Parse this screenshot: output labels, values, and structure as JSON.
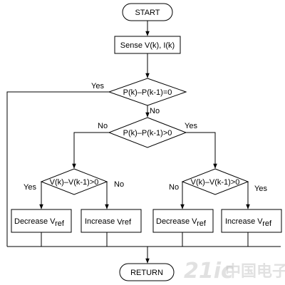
{
  "flowchart": {
    "start": "START",
    "sense": "Sense V(k), I(k)",
    "decision_power_equal": "P(k)–P(k-1)=0",
    "decision_power_greater": "P(k)–P(k-1)>0",
    "decision_voltage_left": "V(k)–V(k-1)>0",
    "decision_voltage_right": "V(k)–V(k-1)>0",
    "action_1_main": "Decrease V",
    "action_2_main": "Increase ",
    "action_3_main": "Decrease V",
    "action_4_main": "Increase V",
    "ref_sub": "ref",
    "ref_sub_inline": "Vref",
    "return": "RETURN",
    "labels": {
      "yes_top": "Yes",
      "no_top": "No",
      "no_left": "No",
      "yes_right": "Yes",
      "yes_far_left": "Yes",
      "no_left_inner": "No",
      "no_right_inner": "No",
      "yes_far_right": "Yes"
    }
  },
  "watermark": {
    "latin": "21ic",
    "chinese": "中国电子网"
  }
}
